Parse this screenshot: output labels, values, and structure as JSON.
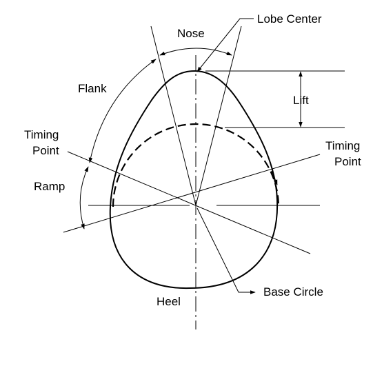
{
  "labels": {
    "lobe_center": "Lobe Center",
    "nose": "Nose",
    "flank": "Flank",
    "lift": "Lift",
    "timing_point_left_1": "Timing",
    "timing_point_left_2": "Point",
    "timing_point_right_1": "Timing",
    "timing_point_right_2": "Point",
    "ramp": "Ramp",
    "base_circle": "Base Circle",
    "heel": "Heel"
  }
}
